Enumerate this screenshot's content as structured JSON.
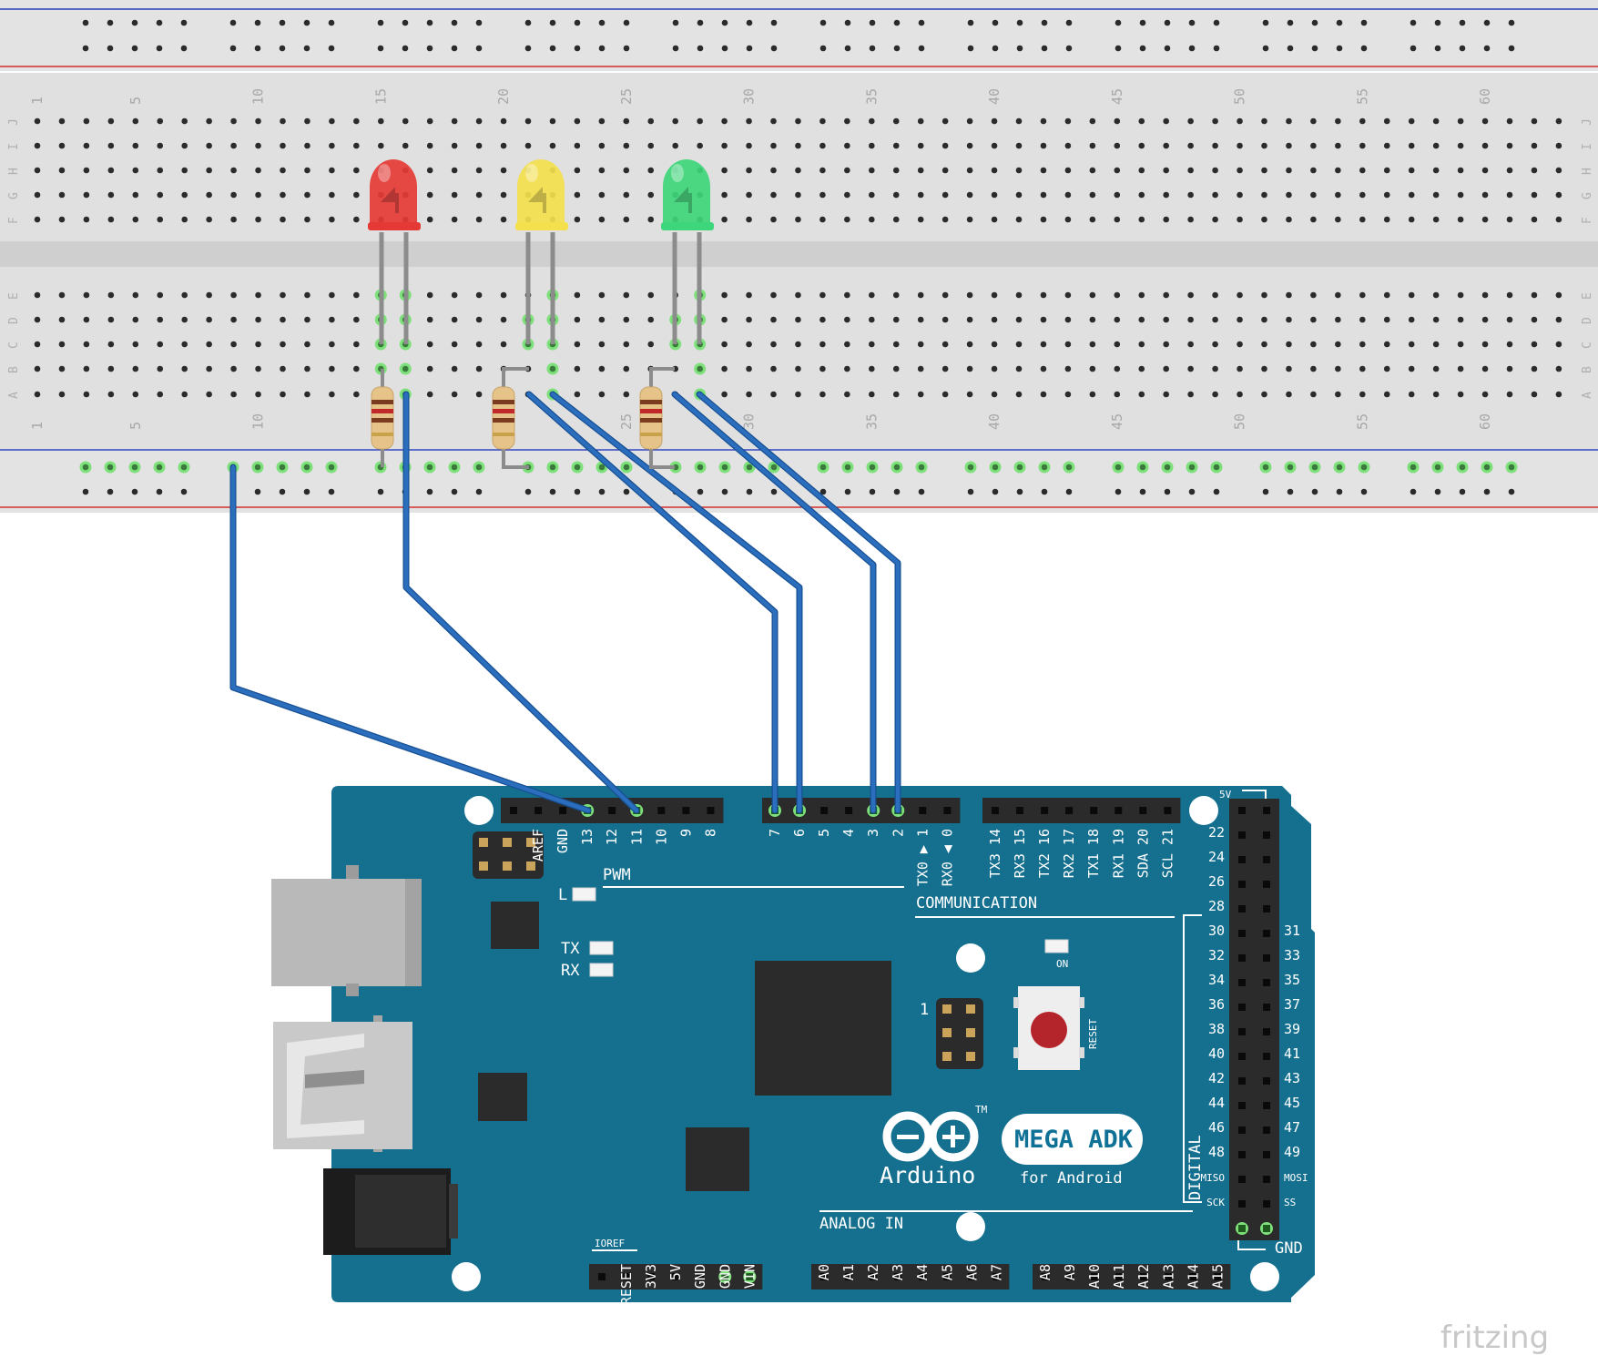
{
  "breadboard": {
    "column_numbers": [
      "1",
      "5",
      "10",
      "15",
      "20",
      "25",
      "30",
      "35",
      "40",
      "45",
      "50",
      "55",
      "60"
    ],
    "top_rows": [
      "J",
      "I",
      "H",
      "G",
      "F"
    ],
    "bottom_rows": [
      "E",
      "D",
      "C",
      "B",
      "A"
    ]
  },
  "components": {
    "leds": [
      {
        "name": "red-led",
        "color": "#e53935"
      },
      {
        "name": "yellow-led",
        "color": "#f4e04d"
      },
      {
        "name": "green-led",
        "color": "#3ed67a"
      }
    ],
    "resistor_count": 3
  },
  "board": {
    "logo_text": "Arduino",
    "model": "MEGA ADK",
    "model_sub": "for Android",
    "pwm_label": "PWM",
    "communication_label": "COMMUNICATION",
    "analog_in_label": "ANALOG IN",
    "digital_label": "DIGITAL",
    "l_label": "L",
    "tx_label": "TX",
    "rx_label": "RX",
    "on_label": "ON",
    "reset_label": "RESET",
    "icsp_label": "1",
    "fivev_label": "5V",
    "gnd_label": "GND",
    "ioref_label": "IOREF",
    "tm_label": "TM",
    "top_left_header": [
      "AREF",
      "GND",
      "13",
      "12",
      "11",
      "10",
      "9",
      "8"
    ],
    "top_mid_header": [
      "7",
      "6",
      "5",
      "4",
      "3",
      "2",
      "TX0 ▶ 1",
      "RX0 ◀ 0"
    ],
    "top_right_header": [
      "TX3 14",
      "RX3 15",
      "TX2 16",
      "RX2 17",
      "TX1 18",
      "RX1 19",
      "SDA 20",
      "SCL 21"
    ],
    "digital_left": [
      "22",
      "24",
      "26",
      "28",
      "30",
      "32",
      "34",
      "36",
      "38",
      "40",
      "42",
      "44",
      "46",
      "48",
      "MISO",
      "SCK"
    ],
    "digital_right": [
      "31",
      "33",
      "35",
      "37",
      "39",
      "41",
      "43",
      "45",
      "47",
      "49",
      "MOSI",
      "SS"
    ],
    "power_header": [
      "RESET",
      "3V3",
      "5V",
      "GND",
      "GND",
      "VIN"
    ],
    "analog_header_1": [
      "A0",
      "A1",
      "A2",
      "A3",
      "A4",
      "A5",
      "A6",
      "A7"
    ],
    "analog_header_2": [
      "A8",
      "A9",
      "A10",
      "A11",
      "A12",
      "A13",
      "A14",
      "A15"
    ]
  },
  "colors": {
    "wire": "#2a6ebd",
    "board": "#157090",
    "breadboard": "#e0e0e0",
    "rail_blue": "#2a3fb5",
    "rail_red": "#d33030",
    "highlight": "#7ee07a"
  },
  "brand_mark": "fritzing"
}
